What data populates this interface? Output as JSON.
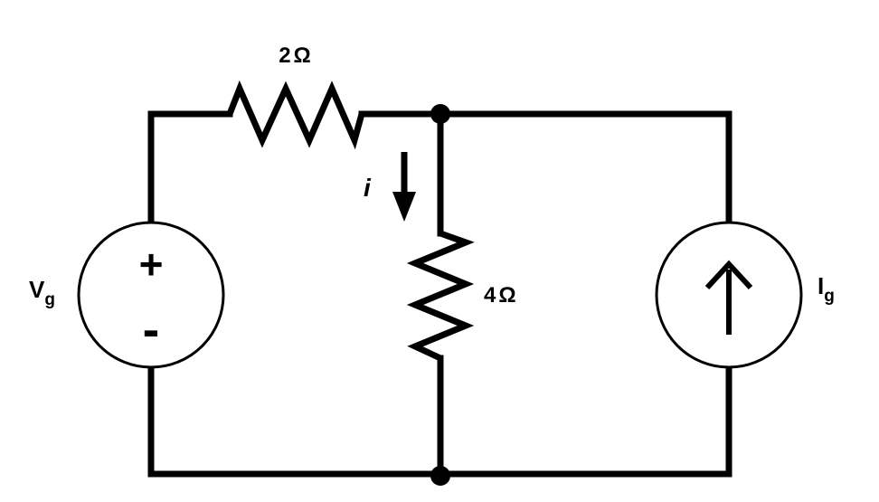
{
  "circuit": {
    "resistor_series": {
      "value": "2",
      "unit": "Ω"
    },
    "resistor_shunt": {
      "value": "4",
      "unit": "Ω"
    },
    "voltage_source": {
      "symbol": "V",
      "subscript": "g",
      "plus": "+",
      "minus": "-"
    },
    "current_source": {
      "symbol": "I",
      "subscript": "g"
    },
    "branch_current": {
      "symbol": "i"
    }
  },
  "colors": {
    "stroke": "#000000",
    "background": "#ffffff"
  }
}
